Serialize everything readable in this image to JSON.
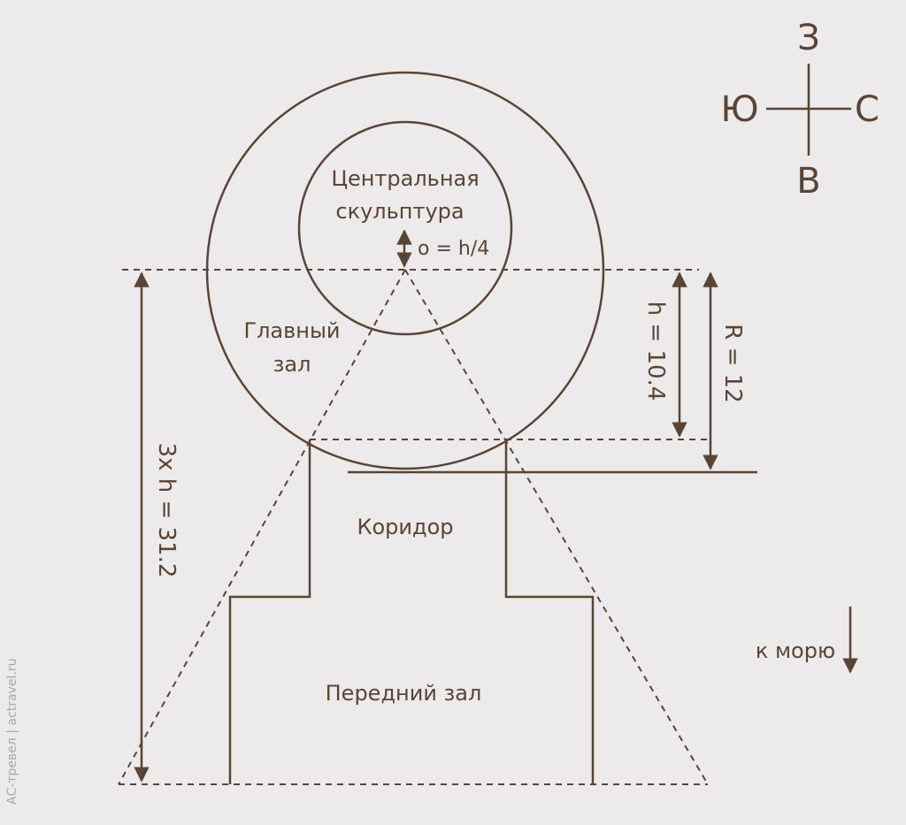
{
  "labels": {
    "central_sculpture_line1": "Центральная",
    "central_sculpture_line2": "скульптура",
    "offset": "o = h/4",
    "main_hall_line1": "Главный",
    "main_hall_line2": "зал",
    "corridor": "Коридор",
    "front_hall": "Передний зал",
    "to_sea": "к морю"
  },
  "dimensions": {
    "h": "h = 10.4",
    "r": "R = 12",
    "three_h": "3x h = 31.2"
  },
  "compass": {
    "north": "З",
    "south": "В",
    "west": "Ю",
    "east": "С"
  },
  "watermark": "АС-тревел  |  actravel.ru",
  "colors": {
    "ink": "#5a4535",
    "paper": "#eceaea",
    "watermark": "#a9a9a9"
  }
}
